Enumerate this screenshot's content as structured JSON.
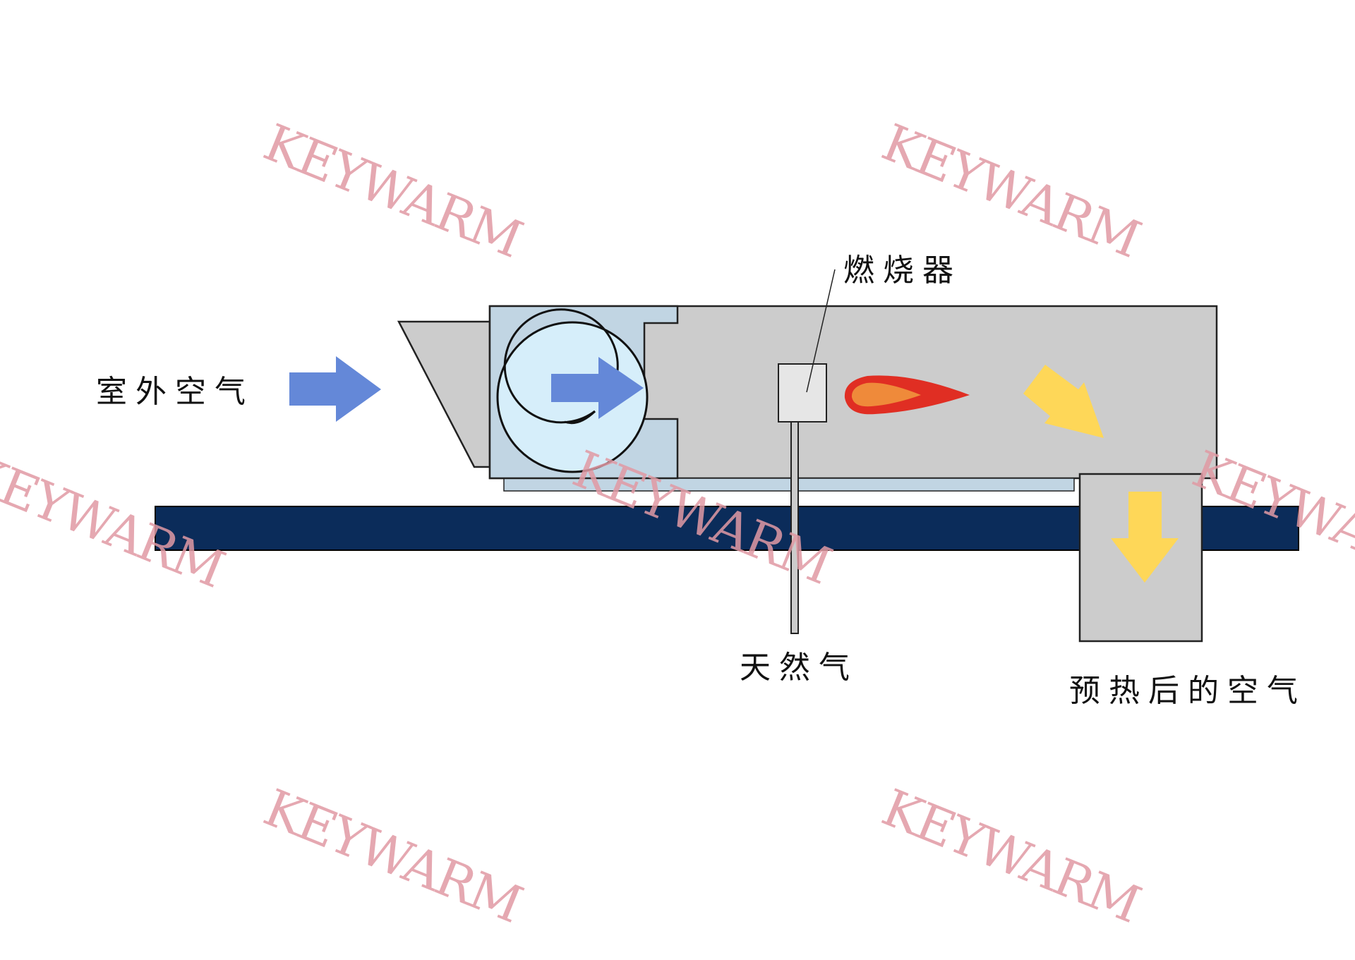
{
  "labels": {
    "outdoor_air": "室外空气",
    "burner": "燃烧器",
    "natural_gas": "天然气",
    "preheated_air": "预热后的空气"
  },
  "watermark": {
    "text": "KEYWARM"
  },
  "colors": {
    "casing_gray": "#cccccc",
    "fan_housing_blue": "#c1d5e3",
    "fan_wheel_blue": "#d6eefa",
    "airflow_arrow_blue": "#6488d8",
    "heat_arrow_yellow": "#fed758",
    "flame_red": "#e02e23",
    "flame_orange": "#ef8a3a",
    "rail_navy": "#0b2c5a",
    "watermark_pink": "#e19aa4"
  }
}
